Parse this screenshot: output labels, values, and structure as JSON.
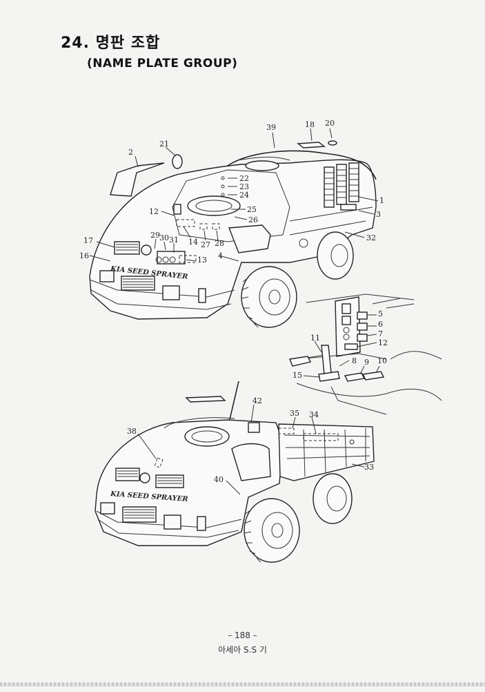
{
  "header": {
    "title": "24. 명판 조합",
    "subtitle": "(NAME PLATE GROUP)"
  },
  "figure_top": {
    "decal_text": "KIA SEED SPRAYER",
    "callouts": [
      "1",
      "2",
      "3",
      "4",
      "12",
      "13",
      "14",
      "16",
      "17",
      "18",
      "20",
      "21",
      "22",
      "23",
      "24",
      "25",
      "26",
      "27",
      "28",
      "29",
      "30",
      "31",
      "32",
      "39"
    ]
  },
  "figure_panel": {
    "callouts": [
      "5",
      "6",
      "7",
      "8",
      "9",
      "10",
      "11",
      "12",
      "15"
    ]
  },
  "figure_bottom": {
    "decal_text": "KIA SEED SPRAYER",
    "callouts": [
      "33",
      "34",
      "35",
      "38",
      "40",
      "42"
    ]
  },
  "footer": {
    "page_number": "– 188 –",
    "publisher": "아세아 S.S 기"
  }
}
